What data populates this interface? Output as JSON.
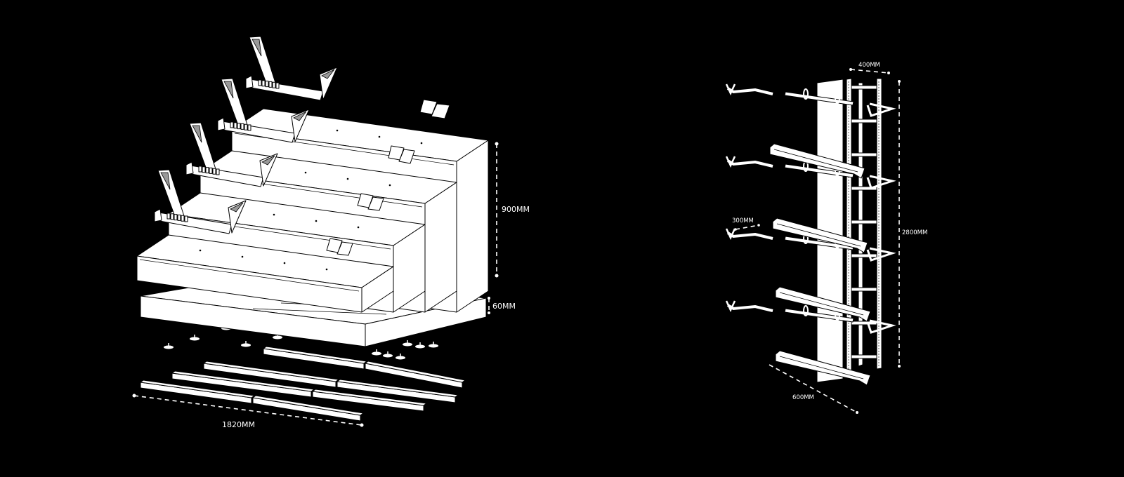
{
  "diagram": {
    "colors": {
      "background": "#000000",
      "drawing": "#ffffff"
    },
    "bleacher": {
      "dimensions": {
        "height": "900MM",
        "base_thickness": "60MM",
        "length": "1820MM"
      },
      "steps": 4,
      "seats": 4
    },
    "wall_rack": {
      "dimensions": {
        "frame_width": "400MM",
        "arm_length": "300MM",
        "height": "2800MM",
        "bar_length": "600MM"
      },
      "levels": 4
    }
  }
}
